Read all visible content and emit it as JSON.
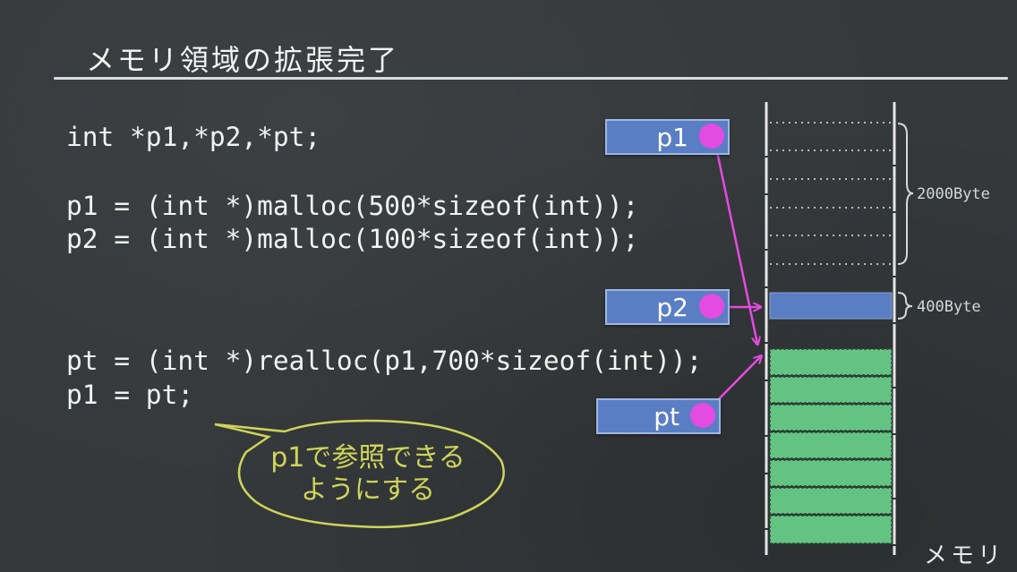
{
  "slide": {
    "title": "メモリ領域の拡張完了"
  },
  "code": {
    "line1": "int *p1,*p2,*pt;",
    "line2": "p1 = (int *)malloc(500*sizeof(int));",
    "line3": "p2 = (int *)malloc(100*sizeof(int));",
    "line4": "pt = (int *)realloc(p1,700*sizeof(int));",
    "line5": "p1 = pt;"
  },
  "pointers": {
    "p1": "p1",
    "p2": "p2",
    "pt": "pt"
  },
  "memory": {
    "label_2000": "2000Byte",
    "label_400": "400Byte",
    "caption": "メモリ",
    "freed_rows": 5,
    "p2_rows": 1,
    "new_rows": 7
  },
  "callout": {
    "line1": "p1で参照できる",
    "line2": "ようにする"
  },
  "colors": {
    "background": "#35393b",
    "pointer_box": "#5a7ec4",
    "p2_block": "#5a7ec4",
    "new_block": "#63c383",
    "arrow": "#e44be0",
    "callout": "#cfd45a",
    "chalk": "#e9e9e9"
  }
}
